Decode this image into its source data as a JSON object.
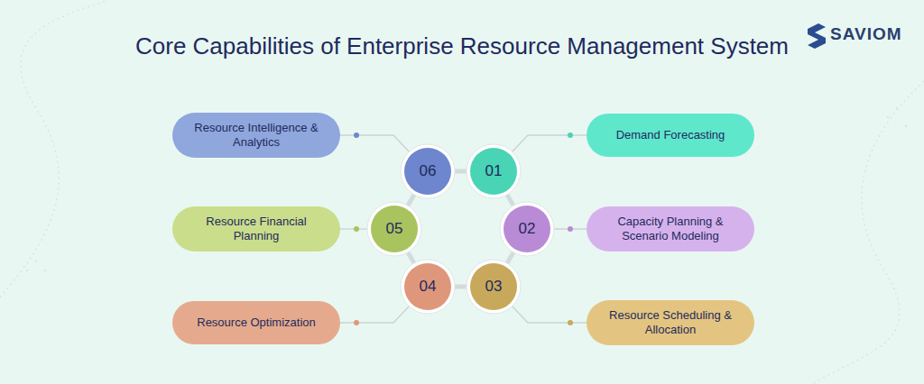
{
  "diagram": {
    "title": "Core Capabilities of Enterprise Resource Management System",
    "nodes": [
      {
        "text": [
          "01"
        ]
      },
      {
        "text": [
          "Demand Forecasting"
        ]
      },
      {
        "text": [
          "02"
        ]
      },
      {
        "text": [
          "Capacity Planning & Scenario Modeling"
        ]
      },
      {
        "text": [
          "03"
        ]
      },
      {
        "text": [
          "Resource Scheduling & Allocation"
        ]
      },
      {
        "text": [
          "04"
        ]
      },
      {
        "text": [
          "Resource Optimization"
        ]
      },
      {
        "text": [
          "05"
        ]
      },
      {
        "text": [
          "Resource Financial Planning"
        ]
      },
      {
        "text": [
          "06"
        ]
      },
      {
        "text": [
          "Resource Intelligence & Analytics"
        ]
      }
    ],
    "edges": [
      {
        "from": 0,
        "to": 1,
        "arrow": "none"
      },
      {
        "from": 2,
        "to": 3,
        "arrow": "none"
      },
      {
        "from": 4,
        "to": 5,
        "arrow": "none"
      },
      {
        "from": 6,
        "to": 7,
        "arrow": "none"
      },
      {
        "from": 8,
        "to": 9,
        "arrow": "none"
      },
      {
        "from": 10,
        "to": 11,
        "arrow": "none"
      },
      {
        "from": 0,
        "to": 2,
        "arrow": "none"
      },
      {
        "from": 2,
        "to": 4,
        "arrow": "none"
      },
      {
        "from": 4,
        "to": 6,
        "arrow": "none"
      },
      {
        "from": 6,
        "to": 8,
        "arrow": "none"
      },
      {
        "from": 8,
        "to": 10,
        "arrow": "none"
      },
      {
        "from": 10,
        "to": 0,
        "arrow": "none"
      }
    ],
    "labels": [
      "SAVIOM"
    ]
  }
}
